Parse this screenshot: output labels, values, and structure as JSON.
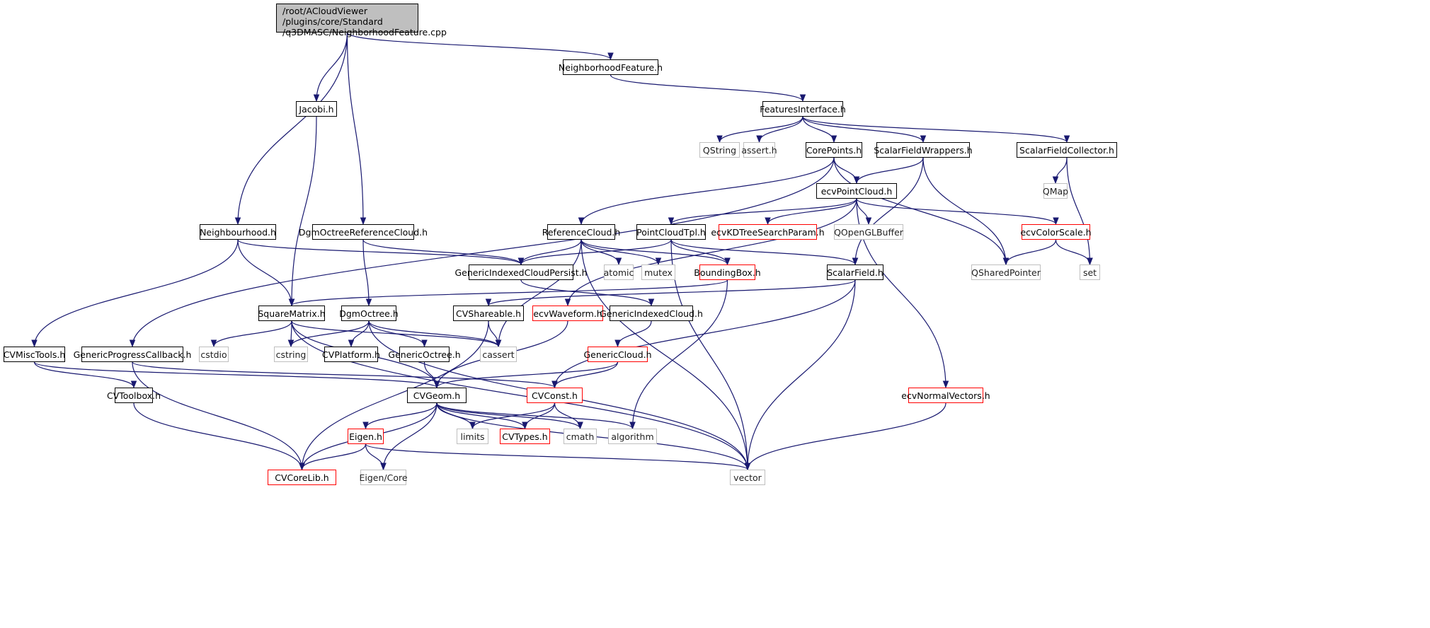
{
  "graph": {
    "title": "Include dependency graph for NeighborhoodFeature.cpp",
    "edge_color": "#191970",
    "node_border_colors": {
      "documented": "#000000",
      "external": "#bfbfbf",
      "incomplete": "#ff0000"
    },
    "root_fill": "#bfbfbf",
    "nodes": [
      {
        "id": "root",
        "label": "/root/ACloudViewer\n/plugins/core/Standard\n/q3DMASC/NeighborhoodFeature.cpp",
        "kind": "root"
      },
      {
        "id": "nf",
        "label": "NeighborhoodFeature.h",
        "kind": "doc"
      },
      {
        "id": "jac",
        "label": "Jacobi.h",
        "kind": "doc"
      },
      {
        "id": "fi",
        "label": "FeaturesInterface.h",
        "kind": "doc"
      },
      {
        "id": "qstr",
        "label": "QString",
        "kind": "ext"
      },
      {
        "id": "asrth",
        "label": "assert.h",
        "kind": "ext"
      },
      {
        "id": "cp",
        "label": "CorePoints.h",
        "kind": "doc"
      },
      {
        "id": "sfw",
        "label": "ScalarFieldWrappers.h",
        "kind": "doc"
      },
      {
        "id": "sfc",
        "label": "ScalarFieldCollector.h",
        "kind": "doc"
      },
      {
        "id": "qmap",
        "label": "QMap",
        "kind": "ext"
      },
      {
        "id": "epc",
        "label": "ecvPointCloud.h",
        "kind": "doc"
      },
      {
        "id": "nb",
        "label": "Neighbourhood.h",
        "kind": "doc"
      },
      {
        "id": "dorc",
        "label": "DgmOctreeReferenceCloud.h",
        "kind": "doc"
      },
      {
        "id": "rc",
        "label": "ReferenceCloud.h",
        "kind": "doc"
      },
      {
        "id": "pct",
        "label": "PointCloudTpl.h",
        "kind": "doc"
      },
      {
        "id": "kdt",
        "label": "ecvKDTreeSearchParam.h",
        "kind": "red"
      },
      {
        "id": "qgl",
        "label": "QOpenGLBuffer",
        "kind": "ext"
      },
      {
        "id": "ecs",
        "label": "ecvColorScale.h",
        "kind": "red"
      },
      {
        "id": "gicp",
        "label": "GenericIndexedCloudPersist.h",
        "kind": "doc"
      },
      {
        "id": "atomic",
        "label": "atomic",
        "kind": "ext"
      },
      {
        "id": "mutex",
        "label": "mutex",
        "kind": "ext"
      },
      {
        "id": "bb",
        "label": "BoundingBox.h",
        "kind": "red"
      },
      {
        "id": "sf",
        "label": "ScalarField.h",
        "kind": "doc"
      },
      {
        "id": "qsp",
        "label": "QSharedPointer",
        "kind": "ext"
      },
      {
        "id": "set",
        "label": "set",
        "kind": "ext"
      },
      {
        "id": "sm",
        "label": "SquareMatrix.h",
        "kind": "doc"
      },
      {
        "id": "dgo",
        "label": "DgmOctree.h",
        "kind": "doc"
      },
      {
        "id": "cvs",
        "label": "CVShareable.h",
        "kind": "doc"
      },
      {
        "id": "ewf",
        "label": "ecvWaveform.h",
        "kind": "red"
      },
      {
        "id": "gic",
        "label": "GenericIndexedCloud.h",
        "kind": "doc"
      },
      {
        "id": "cvmt",
        "label": "CVMiscTools.h",
        "kind": "doc"
      },
      {
        "id": "gpc",
        "label": "GenericProgressCallback.h",
        "kind": "doc"
      },
      {
        "id": "cstdio",
        "label": "cstdio",
        "kind": "ext"
      },
      {
        "id": "cstring",
        "label": "cstring",
        "kind": "ext"
      },
      {
        "id": "cvp",
        "label": "CVPlatform.h",
        "kind": "doc"
      },
      {
        "id": "goct",
        "label": "GenericOctree.h",
        "kind": "doc"
      },
      {
        "id": "cassert",
        "label": "cassert",
        "kind": "ext"
      },
      {
        "id": "gc",
        "label": "GenericCloud.h",
        "kind": "red"
      },
      {
        "id": "cvtb",
        "label": "CVToolbox.h",
        "kind": "doc"
      },
      {
        "id": "cvg",
        "label": "CVGeom.h",
        "kind": "doc"
      },
      {
        "id": "cvc",
        "label": "CVConst.h",
        "kind": "red"
      },
      {
        "id": "env",
        "label": "ecvNormalVectors.h",
        "kind": "red"
      },
      {
        "id": "eig",
        "label": "Eigen.h",
        "kind": "red"
      },
      {
        "id": "limits",
        "label": "limits",
        "kind": "ext"
      },
      {
        "id": "cvt",
        "label": "CVTypes.h",
        "kind": "red"
      },
      {
        "id": "cmath",
        "label": "cmath",
        "kind": "ext"
      },
      {
        "id": "algo",
        "label": "algorithm",
        "kind": "ext"
      },
      {
        "id": "cvcl",
        "label": "CVCoreLib.h",
        "kind": "red"
      },
      {
        "id": "eigc",
        "label": "Eigen/Core",
        "kind": "ext"
      },
      {
        "id": "vector",
        "label": "vector",
        "kind": "ext"
      }
    ],
    "edges": [
      [
        "root",
        "nf"
      ],
      [
        "root",
        "jac"
      ],
      [
        "root",
        "nb"
      ],
      [
        "root",
        "dorc"
      ],
      [
        "nf",
        "fi"
      ],
      [
        "jac",
        "sm"
      ],
      [
        "fi",
        "qstr"
      ],
      [
        "fi",
        "asrth"
      ],
      [
        "fi",
        "cp"
      ],
      [
        "fi",
        "sfw"
      ],
      [
        "fi",
        "sfc"
      ],
      [
        "cp",
        "epc"
      ],
      [
        "cp",
        "rc"
      ],
      [
        "cp",
        "gpc"
      ],
      [
        "cp",
        "qsp"
      ],
      [
        "sfw",
        "epc"
      ],
      [
        "sfw",
        "sf"
      ],
      [
        "sfw",
        "qsp"
      ],
      [
        "sfc",
        "qmap"
      ],
      [
        "sfc",
        "set"
      ],
      [
        "epc",
        "pct"
      ],
      [
        "epc",
        "kdt"
      ],
      [
        "epc",
        "qgl"
      ],
      [
        "epc",
        "ecs"
      ],
      [
        "epc",
        "env"
      ],
      [
        "epc",
        "ewf"
      ],
      [
        "ecs",
        "qsp"
      ],
      [
        "ecs",
        "set"
      ],
      [
        "nb",
        "sm"
      ],
      [
        "nb",
        "gicp"
      ],
      [
        "nb",
        "cvmt"
      ],
      [
        "dorc",
        "gicp"
      ],
      [
        "dorc",
        "dgo"
      ],
      [
        "rc",
        "gicp"
      ],
      [
        "rc",
        "atomic"
      ],
      [
        "rc",
        "mutex"
      ],
      [
        "rc",
        "bb"
      ],
      [
        "rc",
        "cassert"
      ],
      [
        "rc",
        "vector"
      ],
      [
        "pct",
        "gicp"
      ],
      [
        "pct",
        "bb"
      ],
      [
        "pct",
        "sf"
      ],
      [
        "pct",
        "vector"
      ],
      [
        "gicp",
        "gic"
      ],
      [
        "bb",
        "sm"
      ],
      [
        "bb",
        "algo"
      ],
      [
        "sf",
        "cvs"
      ],
      [
        "sf",
        "cvc"
      ],
      [
        "sf",
        "vector"
      ],
      [
        "sm",
        "cstdio"
      ],
      [
        "sm",
        "cstring"
      ],
      [
        "sm",
        "cassert"
      ],
      [
        "sm",
        "cvg"
      ],
      [
        "sm",
        "vector"
      ],
      [
        "dgo",
        "cstring"
      ],
      [
        "dgo",
        "cvp"
      ],
      [
        "dgo",
        "goct"
      ],
      [
        "dgo",
        "cassert"
      ],
      [
        "dgo",
        "vector"
      ],
      [
        "cvs",
        "cassert"
      ],
      [
        "cvs",
        "cvcl"
      ],
      [
        "ewf",
        "cvg"
      ],
      [
        "gic",
        "gc"
      ],
      [
        "gc",
        "cvg"
      ],
      [
        "gc",
        "cvc"
      ],
      [
        "cvmt",
        "cvtb"
      ],
      [
        "cvmt",
        "cvg"
      ],
      [
        "gpc",
        "cvcl"
      ],
      [
        "gpc",
        "cvc"
      ],
      [
        "goct",
        "cvg"
      ],
      [
        "cvtb",
        "cvcl"
      ],
      [
        "cvg",
        "eig"
      ],
      [
        "cvg",
        "limits"
      ],
      [
        "cvg",
        "cvt"
      ],
      [
        "cvg",
        "cmath"
      ],
      [
        "cvg",
        "algo"
      ],
      [
        "cvg",
        "cvcl"
      ],
      [
        "cvg",
        "eigc"
      ],
      [
        "cvg",
        "vector"
      ],
      [
        "cvc",
        "limits"
      ],
      [
        "cvc",
        "cvt"
      ],
      [
        "cvc",
        "cmath"
      ],
      [
        "eig",
        "cvcl"
      ],
      [
        "eig",
        "eigc"
      ],
      [
        "eig",
        "vector"
      ],
      [
        "env",
        "vector"
      ]
    ]
  }
}
